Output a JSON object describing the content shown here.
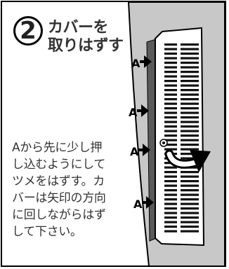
{
  "step": {
    "number": "2",
    "title_lines": [
      "カバーを",
      "取りはずす"
    ]
  },
  "body_lines": [
    "Aから先に少し押",
    "し込むようにして",
    "ツメをはずす。カ",
    "バーは矢印の方向",
    "に回しながらはず",
    "して下さい。"
  ],
  "callout": {
    "label": "A"
  }
}
